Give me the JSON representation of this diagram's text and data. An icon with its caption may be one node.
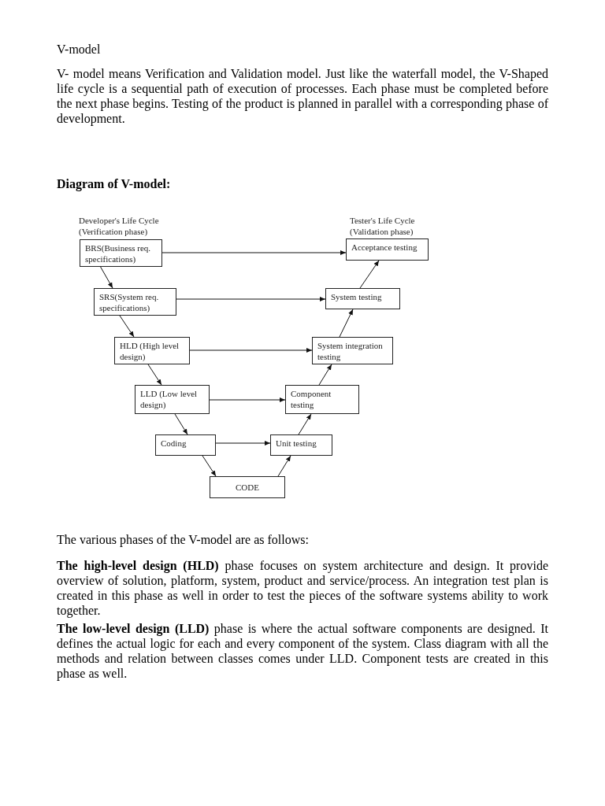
{
  "diagram": {
    "title": "V-model",
    "nodes": [
      {
        "text": [
          "BRS(Business req. specifications)"
        ]
      },
      {
        "text": [
          "SRS(System req. specifications)"
        ]
      },
      {
        "text": [
          "HLD (High level design)"
        ]
      },
      {
        "text": [
          "LLD (Low level design)"
        ]
      },
      {
        "text": [
          "Coding"
        ]
      },
      {
        "text": [
          "CODE"
        ]
      },
      {
        "text": [
          "Unit testing"
        ]
      },
      {
        "text": [
          "Component testing"
        ]
      },
      {
        "text": [
          "System integration testing"
        ]
      },
      {
        "text": [
          "System testing"
        ]
      },
      {
        "text": [
          "Acceptance testing"
        ]
      }
    ],
    "edges": [
      {
        "from": 0,
        "to": 1,
        "arrow": "to"
      },
      {
        "from": 0,
        "to": 10,
        "arrow": "to"
      },
      {
        "from": 1,
        "to": 2,
        "arrow": "to"
      },
      {
        "from": 1,
        "to": 9,
        "arrow": "to"
      },
      {
        "from": 2,
        "to": 3,
        "arrow": "to"
      },
      {
        "from": 2,
        "to": 8,
        "arrow": "to"
      },
      {
        "from": 3,
        "to": 4,
        "arrow": "to"
      },
      {
        "from": 3,
        "to": 7,
        "arrow": "to"
      },
      {
        "from": 4,
        "to": 5,
        "arrow": "to"
      },
      {
        "from": 4,
        "to": 6,
        "arrow": "to"
      },
      {
        "from": 5,
        "to": 6,
        "arrow": "to"
      },
      {
        "from": 6,
        "to": 7,
        "arrow": "to"
      },
      {
        "from": 7,
        "to": 8,
        "arrow": "to"
      },
      {
        "from": 8,
        "to": 9,
        "arrow": "to"
      },
      {
        "from": 9,
        "to": 10,
        "arrow": "to"
      }
    ],
    "labels": [
      "V- model means Verification and Validation model. Just like the waterfall model, the V-Shaped life cycle is a sequential path of execution of processes. Each phase must be completed before the next phase begins.  Testing of the product is planned in parallel with a corresponding phase of development.",
      "Diagram of V-model:",
      "Developer's Life Cycle (Verification phase)",
      "Tester's Life Cycle (Validation phase)",
      "The various phases of the V-model are as follows:",
      "**The high-level design (HLD)** phase focuses on system architecture and design. It provide overview of solution, platform, system, product and service/process. An integration test plan is created in this phase as well in order to test the pieces of the software systems ability to work together.",
      "**The low-level design (LLD)** phase is where the actual software components are designed. It defines the actual logic for each and every component of the system. Class diagram with all the methods and relation between classes comes under LLD. Component tests are created in this phase as well."
    ]
  }
}
